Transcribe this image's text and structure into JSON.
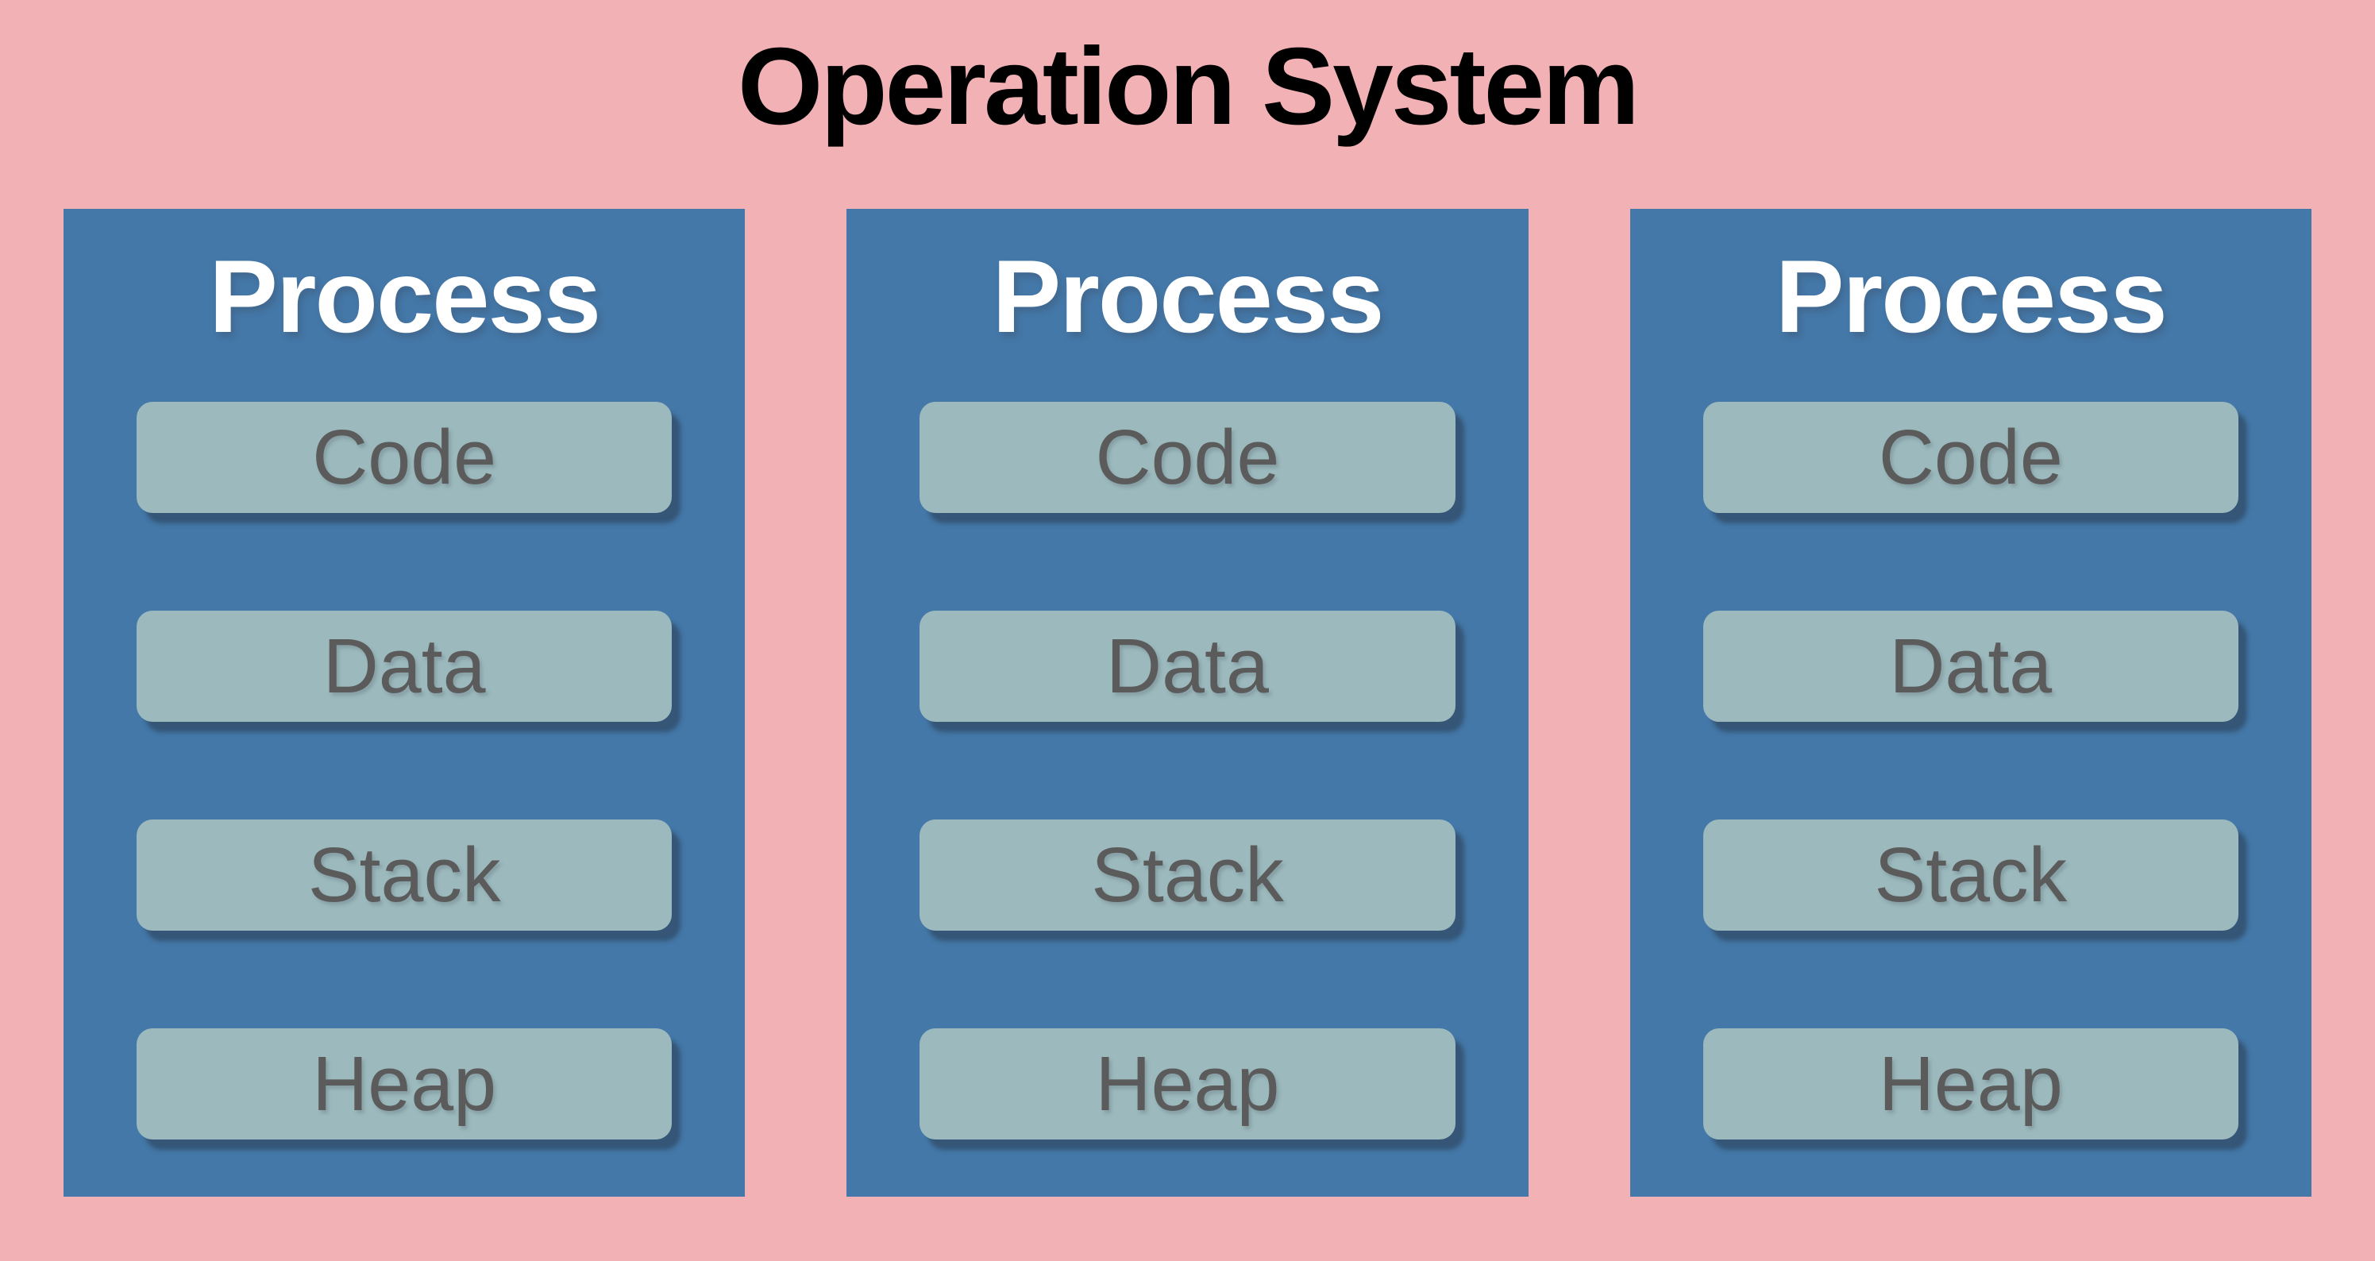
{
  "title": "Operation System",
  "colors": {
    "background": "#F2B1B4",
    "title_text": "#000000",
    "process_fill": "#4478A8",
    "process_title": "#FFFFFF",
    "block_fill": "#9CBABD",
    "block_text": "#5B5B5B",
    "block_shadow": "rgba(38,52,70,0.5)"
  },
  "processes": [
    {
      "label": "Process",
      "blocks": [
        "Code",
        "Data",
        "Stack",
        "Heap"
      ]
    },
    {
      "label": "Process",
      "blocks": [
        "Code",
        "Data",
        "Stack",
        "Heap"
      ]
    },
    {
      "label": "Process",
      "blocks": [
        "Code",
        "Data",
        "Stack",
        "Heap"
      ]
    }
  ]
}
